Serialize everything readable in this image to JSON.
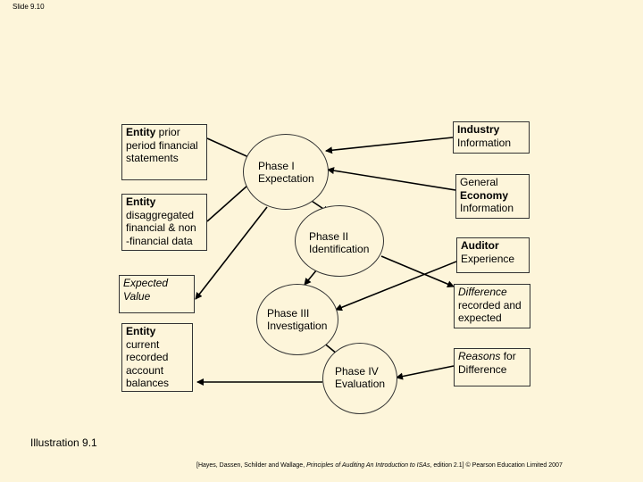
{
  "slide_label": "Slide 9.10",
  "left_boxes": {
    "prior": {
      "bold": "Entity",
      "rest": " prior period financial statements"
    },
    "disaggregated": {
      "bold": "Entity",
      "rest": " disaggregated financial & non -financial data"
    },
    "expected_value": {
      "text": "Expected Value"
    },
    "current": {
      "bold": "Entity",
      "rest": " current recorded account balances"
    }
  },
  "phases": {
    "phase1": {
      "line1": "Phase I",
      "line2": "Expectation"
    },
    "phase2": {
      "line1": "Phase II",
      "line2": "Identification"
    },
    "phase3": {
      "line1": "Phase III",
      "line2": "Investigation"
    },
    "phase4": {
      "line1": "Phase IV",
      "line2": "Evaluation"
    }
  },
  "right_boxes": {
    "industry": {
      "bold": "Industry",
      "rest": "Information"
    },
    "economy": {
      "pre": "General",
      "bold": "Economy",
      "rest": "Information"
    },
    "auditor": {
      "bold": "Auditor",
      "rest": "Experience"
    },
    "difference": {
      "italic": "Difference",
      "rest": "recorded and expected"
    },
    "reasons": {
      "italic": "Reasons",
      "rest": " for Difference"
    }
  },
  "caption": "Illustration 9.1",
  "credit": {
    "pre": "[Hayes, Dassen, Schilder and Wallage, ",
    "title": "Principles of Auditing An Introduction to ISAs",
    "post": ", edition 2.1] © Pearson Education Limited 2007"
  },
  "colors": {
    "background": "#fdf5da",
    "lines": "#000000"
  }
}
